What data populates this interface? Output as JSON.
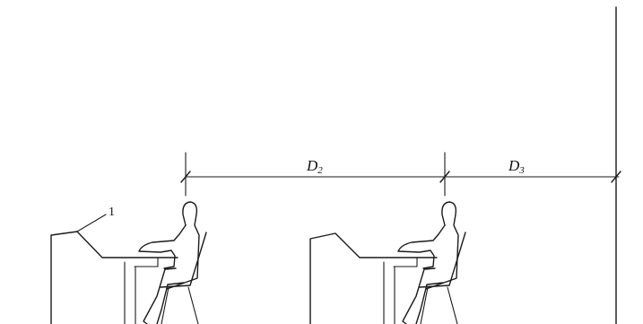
{
  "dimensions": {
    "d2": {
      "symbol": "D",
      "subscript": "2"
    },
    "d3": {
      "symbol": "D",
      "subscript": "3"
    }
  },
  "callouts": {
    "item_1": "1"
  },
  "colors": {
    "ink": "#1a1a1a",
    "background": "#ffffff"
  }
}
